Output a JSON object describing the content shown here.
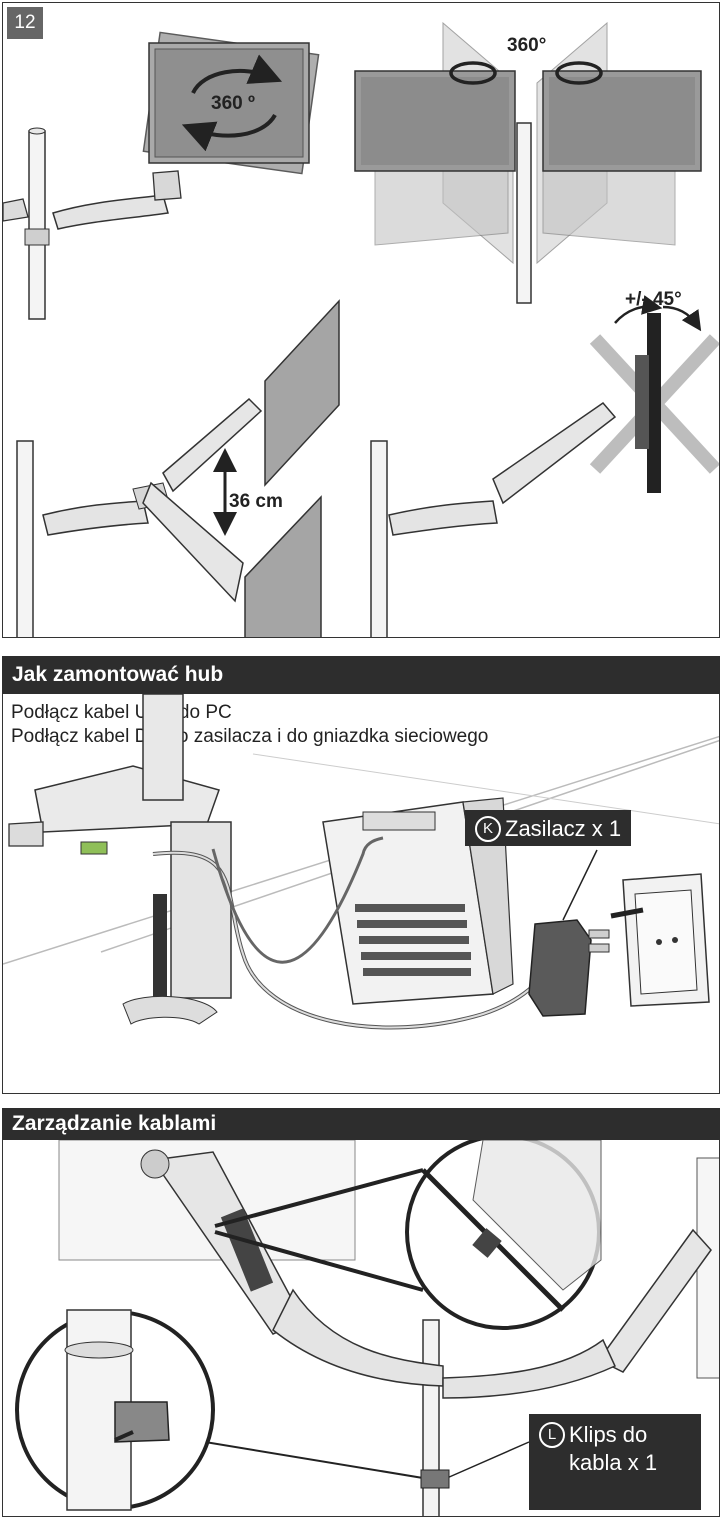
{
  "step_number": "12",
  "rotation": {
    "screen_rotation_label": "360 º",
    "swivel_label": "360°",
    "height_adjust_label": "36 cm",
    "tilt_label": "+/- 45°"
  },
  "hub_section": {
    "title": "Jak zamontować hub",
    "instructions": [
      "Podłącz kabel USB do PC",
      "Podłącz kabel DC do zasilacza i do gniazdka sieciowego"
    ],
    "part_letter": "K",
    "part_label": "Zasilacz x 1"
  },
  "cable_section": {
    "title": "Zarządzanie kablami",
    "part_letter": "L",
    "part_label_line1": "Klips do",
    "part_label_line2": "kabla x 1"
  }
}
